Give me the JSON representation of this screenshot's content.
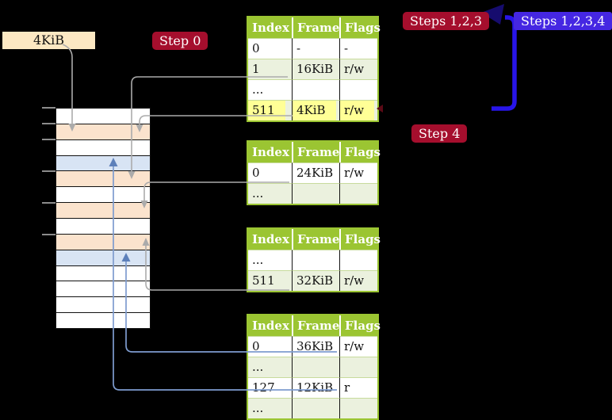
{
  "badges": {
    "cr3": "4KiB",
    "step0": "Step 0",
    "steps_123": "Steps 1,2,3",
    "steps_1234": "Steps 1,2,3,4",
    "step4": "Step 4"
  },
  "page_tables": [
    {
      "name": "level-4-page-table",
      "headers": [
        "Index",
        "Frame",
        "Flags"
      ],
      "rows": [
        {
          "cells": [
            "0",
            "-",
            "-"
          ],
          "highlight": false
        },
        {
          "cells": [
            "1",
            "16KiB",
            "r/w"
          ],
          "highlight": false
        },
        {
          "cells": [
            "...",
            "",
            ""
          ],
          "highlight": false
        },
        {
          "cells": [
            "511",
            "4KiB",
            "r/w"
          ],
          "highlight": true
        }
      ]
    },
    {
      "name": "level-3-page-table",
      "headers": [
        "Index",
        "Frame",
        "Flags"
      ],
      "rows": [
        {
          "cells": [
            "0",
            "24KiB",
            "r/w"
          ],
          "highlight": false
        },
        {
          "cells": [
            "...",
            "",
            ""
          ],
          "highlight": false
        }
      ]
    },
    {
      "name": "level-2-page-table",
      "headers": [
        "Index",
        "Frame",
        "Flags"
      ],
      "rows": [
        {
          "cells": [
            "...",
            "",
            ""
          ],
          "highlight": false
        },
        {
          "cells": [
            "511",
            "32KiB",
            "r/w"
          ],
          "highlight": false
        }
      ]
    },
    {
      "name": "level-1-page-table",
      "headers": [
        "Index",
        "Frame",
        "Flags"
      ],
      "rows": [
        {
          "cells": [
            "0",
            "36KiB",
            "r/w"
          ],
          "highlight": false
        },
        {
          "cells": [
            "...",
            "",
            ""
          ],
          "highlight": false
        },
        {
          "cells": [
            "127",
            "12KiB",
            "r"
          ],
          "highlight": false
        },
        {
          "cells": [
            "...",
            "",
            ""
          ],
          "highlight": false
        }
      ]
    }
  ],
  "physical_memory_strip": {
    "rows": [
      "free",
      "frame-orange",
      "free",
      "frame-blue",
      "frame-orange",
      "free",
      "frame-orange",
      "free",
      "frame-orange",
      "frame-blue",
      "free",
      "free",
      "free",
      "free"
    ]
  },
  "colors": {
    "table_green": "#9bc532",
    "row_alt_green": "#ebf1de",
    "highlight_yellow": "#ffff96",
    "badge_red": "#a50e2d",
    "badge_blue": "#4527e2",
    "cr3_cream": "#fce8c3",
    "strip_orange": "#fbe3cd",
    "strip_blue": "#d8e4f4",
    "connector_gray": "#ababab",
    "connector_blue": "#7e9ccf",
    "connector_blue_dark": "#5d80ba",
    "big_arrow_blue": "#2815e9",
    "big_arrow_head": "#160c6e",
    "red_marker": "#5c0a16"
  }
}
